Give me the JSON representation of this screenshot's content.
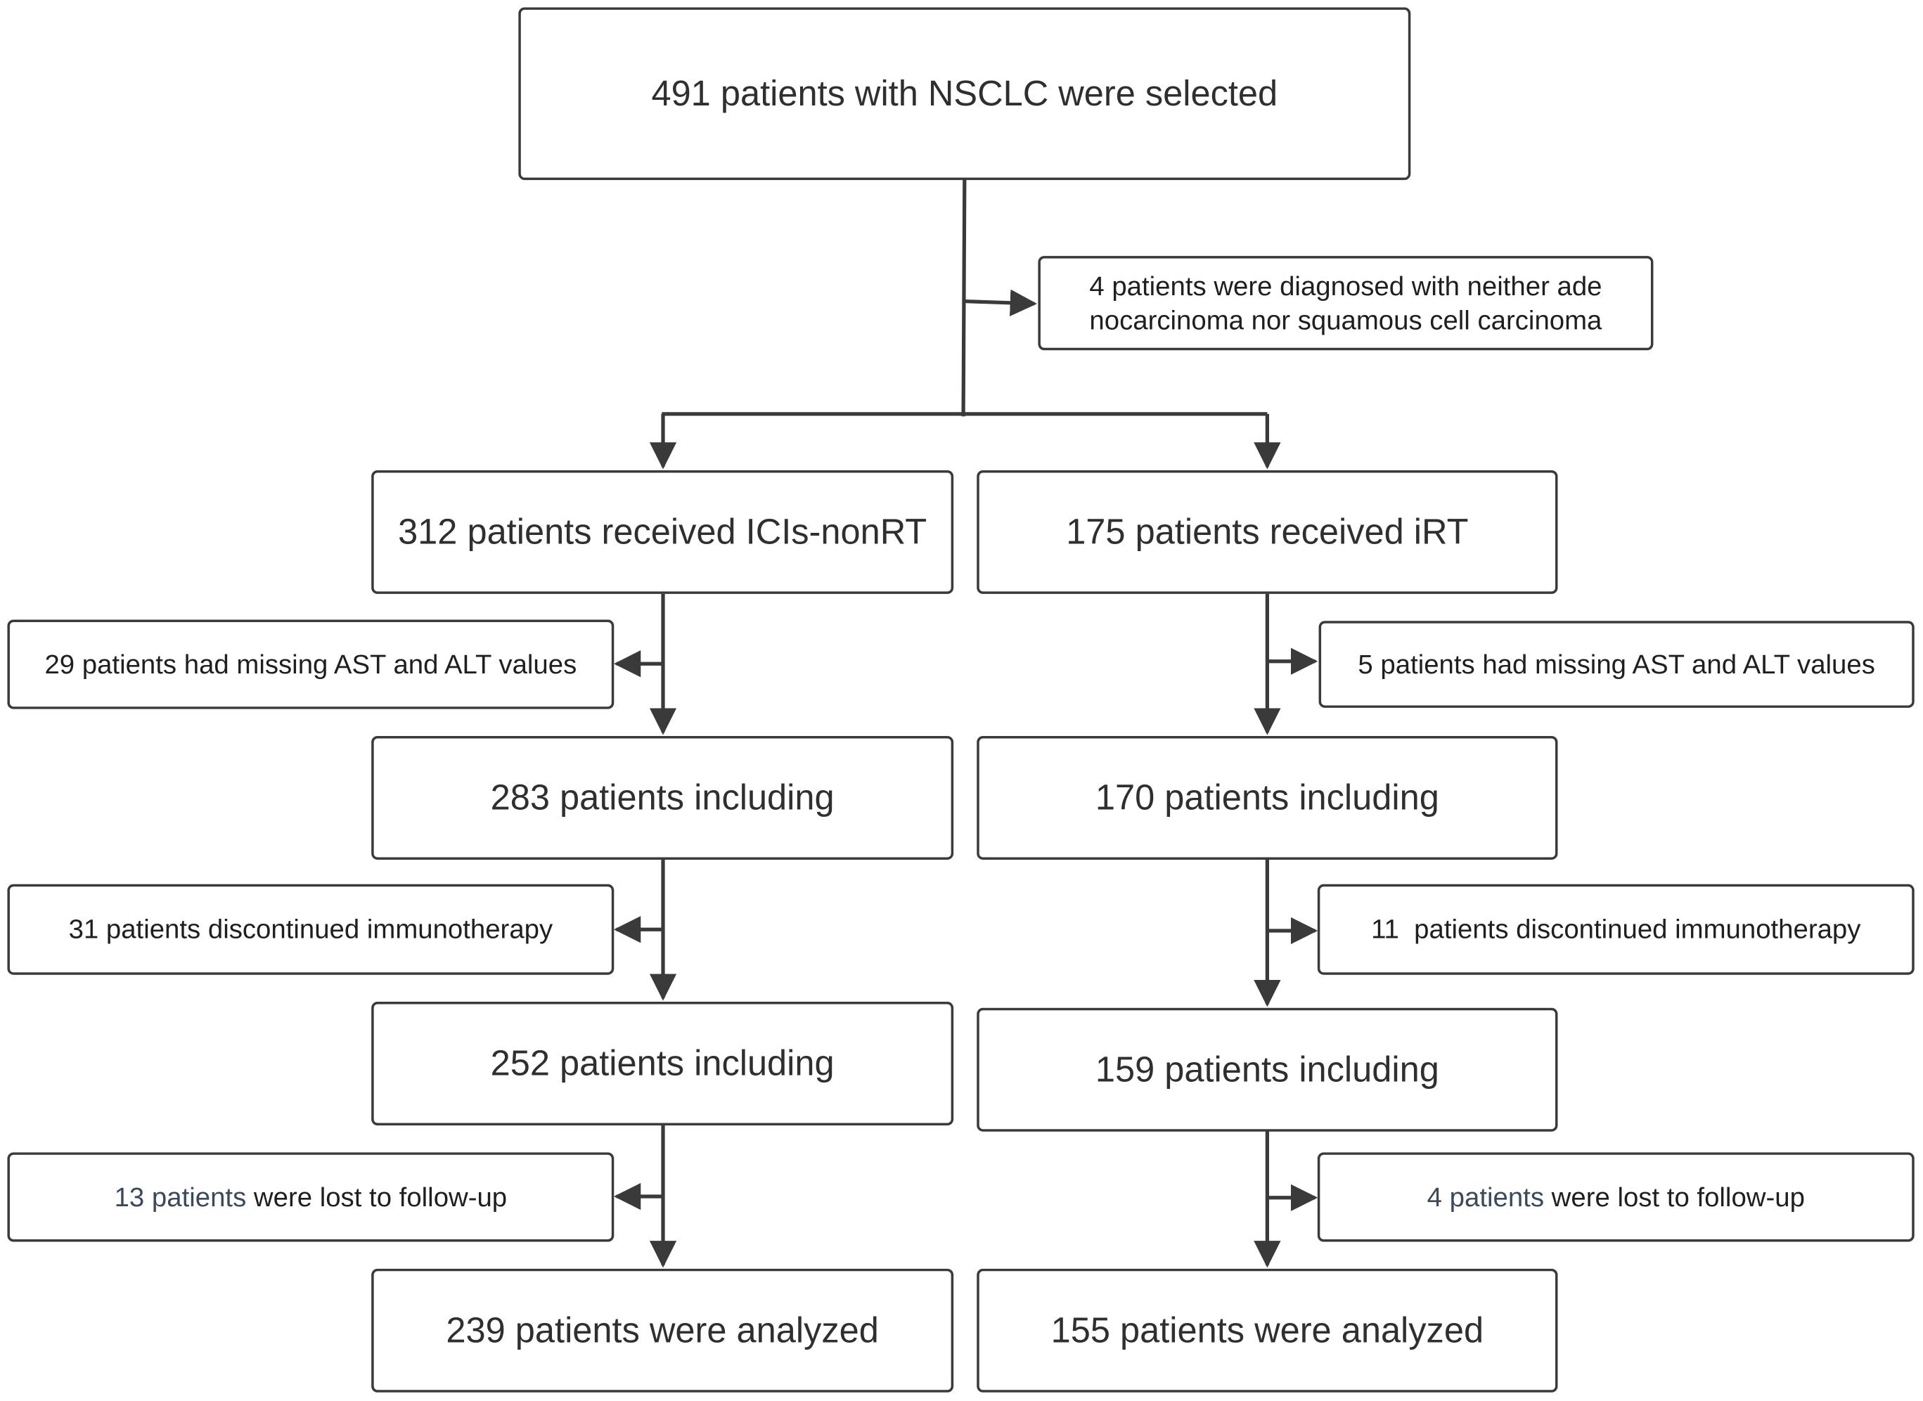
{
  "flowchart": {
    "top": "491 patients with NSCLC were selected",
    "exclusion_top": "4 patients were diagnosed with neither ade nocarcinoma nor squamous cell carcinoma",
    "left": {
      "group": "312 patients received ICIs-nonRT",
      "excl_1": "29 patients had missing AST and ALT values",
      "step_1": "283 patients including",
      "excl_2": "31 patients discontinued immunotherapy",
      "step_2": "252 patients including",
      "excl_3_count": "13",
      "excl_3_word": "patients",
      "excl_3_rest": "were lost to follow-up",
      "final": "239 patients were analyzed"
    },
    "right": {
      "group": "175 patients received iRT",
      "excl_1": "5 patients had missing AST and ALT values",
      "step_1": "170 patients including",
      "excl_2": "11  patients discontinued immunotherapy",
      "step_2": "159 patients including",
      "excl_3_count": "4",
      "excl_3_word": "patients",
      "excl_3_rest": "were lost to follow-up",
      "final": "155 patients were analyzed"
    }
  }
}
